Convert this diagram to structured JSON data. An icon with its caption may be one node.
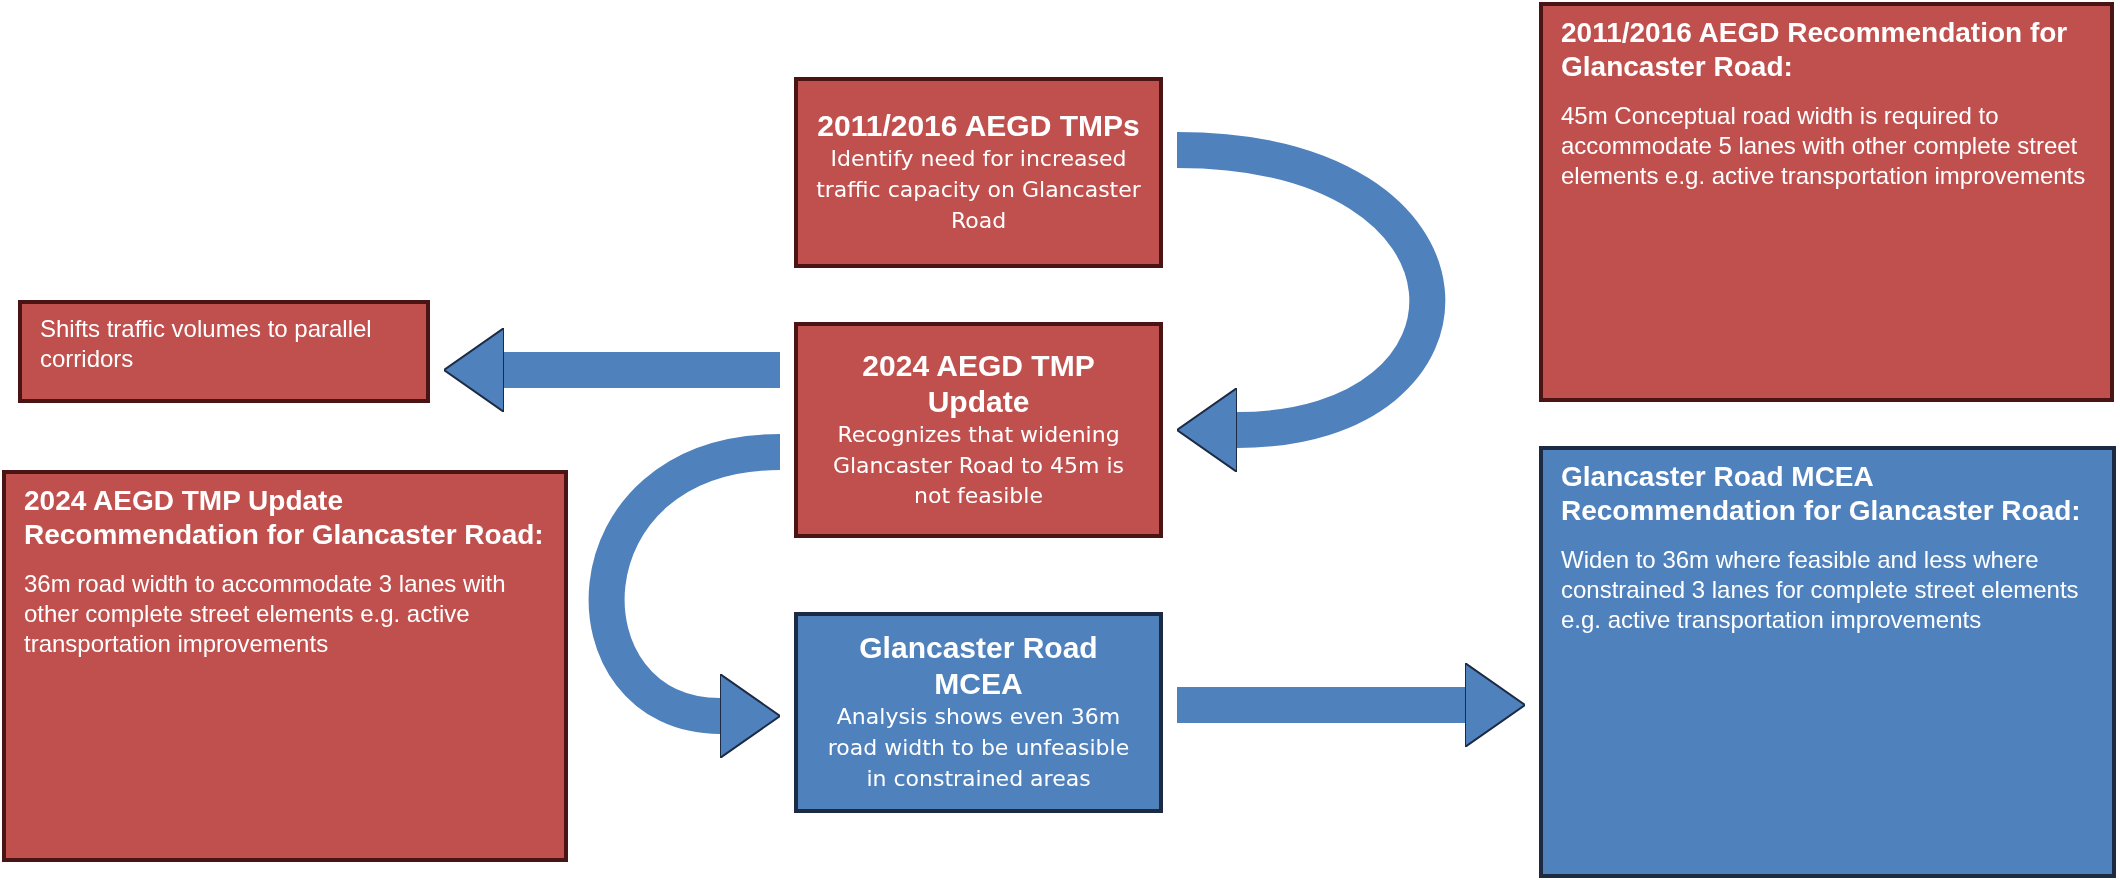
{
  "diagram": {
    "nodes": [
      {
        "text": [
          "2011/2016 AEGD TMPs",
          "Identify need for increased traffic capacity on Glancaster Road"
        ]
      },
      {
        "text": [
          "2011/2016 AEGD Recommendation for Glancaster Road:",
          "45m Conceptual road width is required to accommodate 5 lanes with other complete street elements e.g. active transportation improvements"
        ]
      },
      {
        "text": [
          "Shifts traffic volumes to parallel corridors"
        ]
      },
      {
        "text": [
          "2024 AEGD TMP Update",
          "Recognizes that widening Glancaster Road to 45m is not feasible"
        ]
      },
      {
        "text": [
          "2024 AEGD TMP Update Recommendation for Glancaster Road:",
          "36m road width to accommodate 3 lanes with other complete street elements e.g. active transportation improvements"
        ]
      },
      {
        "text": [
          "Glancaster Road MCEA",
          "Analysis shows even 36m road width to be unfeasible in constrained areas"
        ]
      },
      {
        "text": [
          "Glancaster Road MCEA Recommendation for Glancaster Road:",
          "Widen to 36m where feasible and less where constrained 3 lanes for complete street elements e.g. active transportation improvements"
        ]
      }
    ],
    "edges": [
      {
        "from": 0,
        "to": 3,
        "arrow": "to"
      },
      {
        "from": 3,
        "to": 2,
        "arrow": "to"
      },
      {
        "from": 3,
        "to": 5,
        "arrow": "to"
      },
      {
        "from": 5,
        "to": 6,
        "arrow": "to"
      }
    ]
  }
}
